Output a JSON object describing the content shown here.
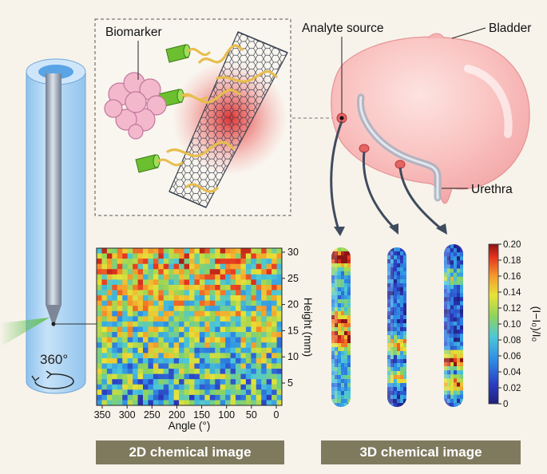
{
  "labels": {
    "biomarker": "Biomarker",
    "analyte_source": "Analyte source",
    "bladder": "Bladder",
    "urethra": "Urethra",
    "rotation": "360°"
  },
  "captions": {
    "two_d": "2D chemical image",
    "three_d": "3D chemical image"
  },
  "heatmap": {
    "xlabel": "Angle (°)",
    "ylabel": "Height (mm)",
    "x_ticks": [
      "350",
      "300",
      "250",
      "200",
      "150",
      "100",
      "50",
      "0"
    ],
    "y_ticks": [
      "30",
      "25",
      "20",
      "15",
      "10",
      "5"
    ]
  },
  "colorbar": {
    "label": "(I−I₀)/I₀",
    "ticks": [
      "0.20",
      "0.18",
      "0.16",
      "0.14",
      "0.12",
      "0.10",
      "0.08",
      "0.06",
      "0.04",
      "0.02",
      "0"
    ]
  },
  "colors": {
    "tube": "#a9cff0",
    "bladder": "#f7b8b8",
    "caption_bg": "#7f7a5e",
    "nanotube": "#3b4150",
    "dna": "#e8bd4e",
    "receptor": "#6cbf2e",
    "biomarker": "#f3b8cc"
  }
}
